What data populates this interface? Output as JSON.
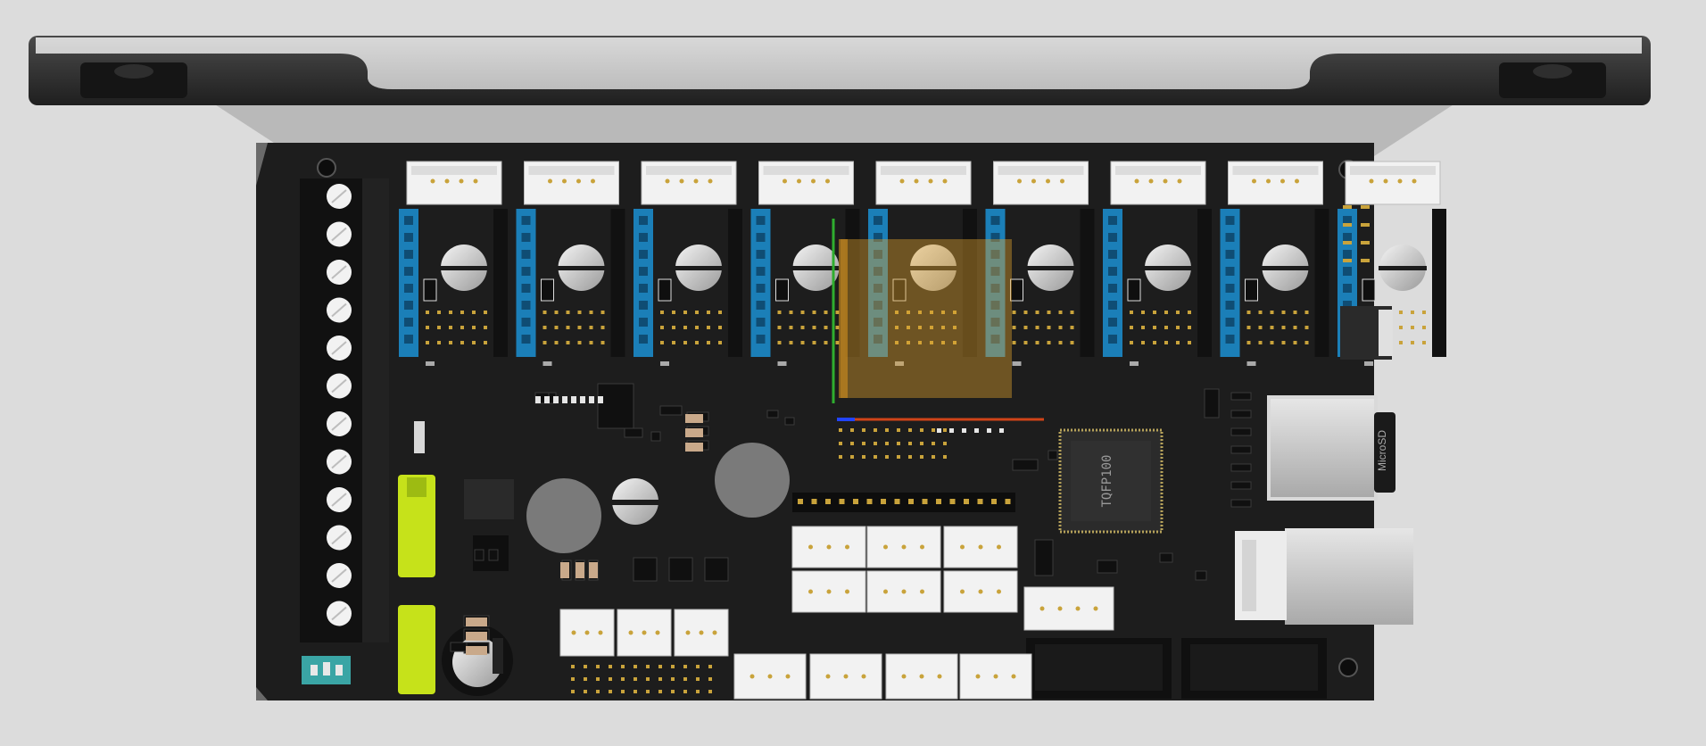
{
  "scene": {
    "background_color": "#dcdcdc",
    "bracket_color": "#3a3a3a",
    "bracket_top_color": "#cfcfcf",
    "pcb_color": "#1c1c1c",
    "connector_color": "#f2f2f2",
    "header_color": "#1b7fb8",
    "fuse_color": "#c6e21a",
    "selection_color": "#e0a12e"
  },
  "board": {
    "mcu_label": "TQFP100",
    "sd_slot_label": "MicroSD",
    "stepper_driver_count": 9,
    "terminal_screw_count": 12
  }
}
